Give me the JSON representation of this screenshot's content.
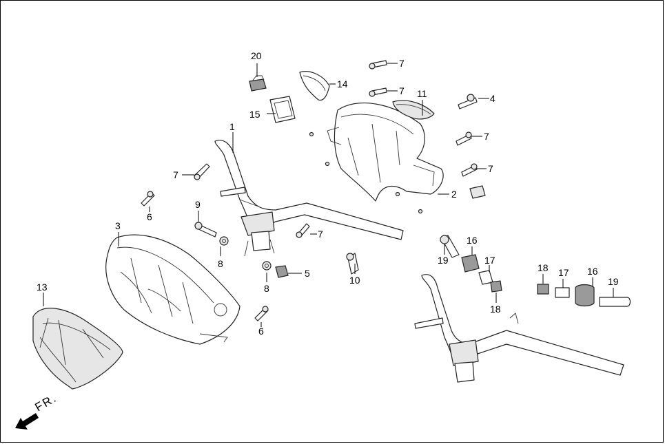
{
  "callouts": {
    "c1": "1",
    "c2": "2",
    "c3": "3",
    "c4": "4",
    "c5": "5",
    "c6a": "6",
    "c6b": "6",
    "c7a": "7",
    "c7b": "7",
    "c7c": "7",
    "c7d": "7",
    "c7e": "7",
    "c7f": "7",
    "c8a": "8",
    "c8b": "8",
    "c9": "9",
    "c10": "10",
    "c11": "11",
    "c13": "13",
    "c14": "14",
    "c15": "15",
    "c16a": "16",
    "c16b": "16",
    "c17a": "17",
    "c17b": "17",
    "c18a": "18",
    "c18b": "18",
    "c19a": "19",
    "c19b": "19",
    "c20": "20"
  },
  "direction_label": "FR."
}
